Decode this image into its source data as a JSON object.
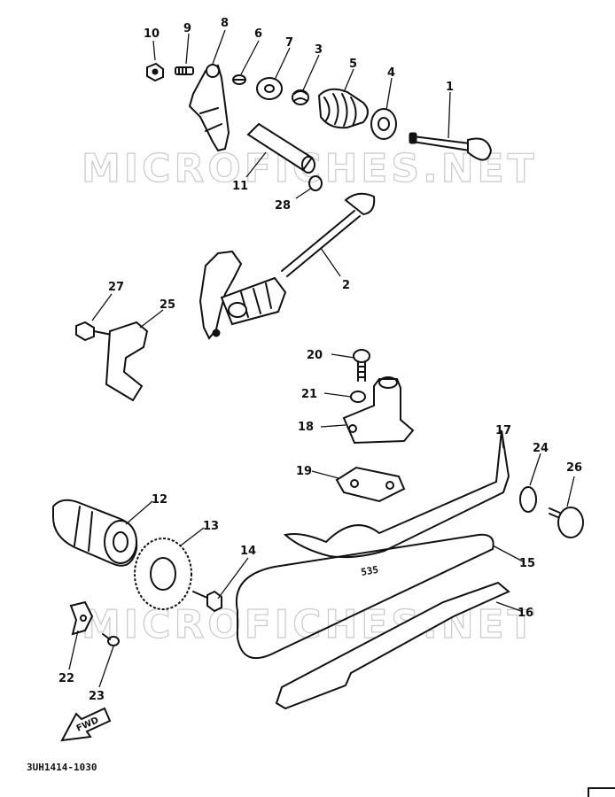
{
  "diagram": {
    "watermarks": [
      "MICROFICHES.NET",
      "MICROFICHES.NET"
    ],
    "part_code": "3UH1414-1030",
    "fwd_label": "FWD",
    "chain_mark": "535",
    "callouts": {
      "p1": "1",
      "p2": "2",
      "p3": "3",
      "p4": "4",
      "p5": "5",
      "p6": "6",
      "p7": "7",
      "p8": "8",
      "p9": "9",
      "p10": "10",
      "p11": "11",
      "p12": "12",
      "p13": "13",
      "p14": "14",
      "p15": "15",
      "p16": "16",
      "p17": "17",
      "p18": "18",
      "p19": "19",
      "p20": "20",
      "p21": "21",
      "p22": "22",
      "p23": "23",
      "p24": "24",
      "p25": "25",
      "p26": "26",
      "p27": "27",
      "p28": "28"
    }
  }
}
